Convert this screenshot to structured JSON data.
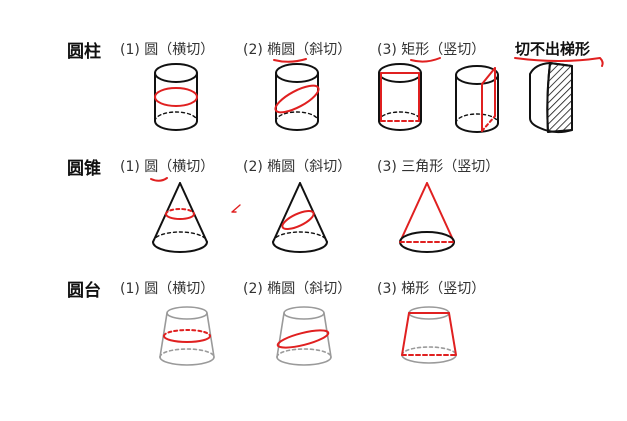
{
  "sections": [
    {
      "title": "圆柱",
      "items": [
        {
          "num": "(1)",
          "shape": "圆",
          "mode": "（横切）"
        },
        {
          "num": "(2)",
          "shape": "椭圆",
          "mode": "（斜切）"
        },
        {
          "num": "(3)",
          "shape": "矩形",
          "mode": "（竖切）"
        }
      ],
      "note": "切不出梯形"
    },
    {
      "title": "圆锥",
      "items": [
        {
          "num": "(1)",
          "shape": "圆",
          "mode": "（横切）"
        },
        {
          "num": "(2)",
          "shape": "椭圆",
          "mode": "（斜切）"
        },
        {
          "num": "(3)",
          "shape": "三角形",
          "mode": "（竖切）"
        }
      ]
    },
    {
      "title": "圆台",
      "items": [
        {
          "num": "(1)",
          "shape": "圆",
          "mode": "（横切）"
        },
        {
          "num": "(2)",
          "shape": "椭圆",
          "mode": "（斜切）"
        },
        {
          "num": "(3)",
          "shape": "梯形",
          "mode": "（竖切）"
        }
      ]
    }
  ],
  "colors": {
    "cut": "#e02020",
    "ink": "#111111",
    "faint": "#9a9a9a"
  }
}
